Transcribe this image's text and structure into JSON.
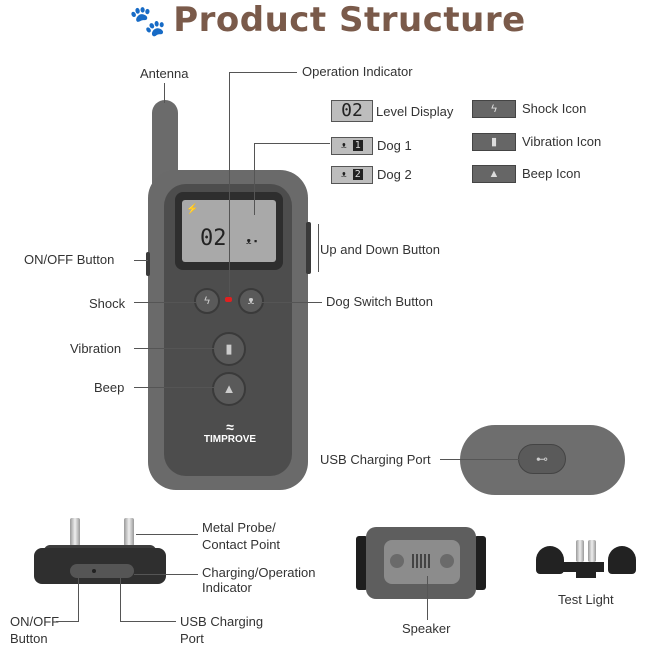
{
  "title": "Product Structure",
  "labels": {
    "antenna": "Antenna",
    "operation_indicator": "Operation Indicator",
    "level_display": "Level Display",
    "dog1": "Dog 1",
    "dog2": "Dog 2",
    "shock_icon": "Shock Icon",
    "vibration_icon": "Vibration Icon",
    "beep_icon": "Beep Icon",
    "on_off_button": "ON/OFF Button",
    "up_down_button": "Up and Down Button",
    "shock": "Shock",
    "dog_switch_button": "Dog Switch Button",
    "vibration": "Vibration",
    "beep": "Beep",
    "usb_charging_port": "USB Charging Port",
    "metal_probe_1": "Metal Probe/",
    "metal_probe_2": "Contact Point",
    "charging_indicator_1": "Charging/Operation",
    "charging_indicator_2": "Indicator",
    "collar_on_off_1": "ON/OFF",
    "collar_on_off_2": "Button",
    "collar_usb_1": "USB Charging",
    "collar_usb_2": "Port",
    "speaker": "Speaker",
    "test_light": "Test Light"
  },
  "lcd": {
    "level_value": "02",
    "dog1_num": "1",
    "dog2_num": "2"
  },
  "brand": "TIMPROVE",
  "icons": {
    "paw": "paw-icon",
    "shock": "lightning-icon",
    "vibration": "vibration-icon",
    "beep": "bell-icon",
    "dog": "dog-icon"
  }
}
